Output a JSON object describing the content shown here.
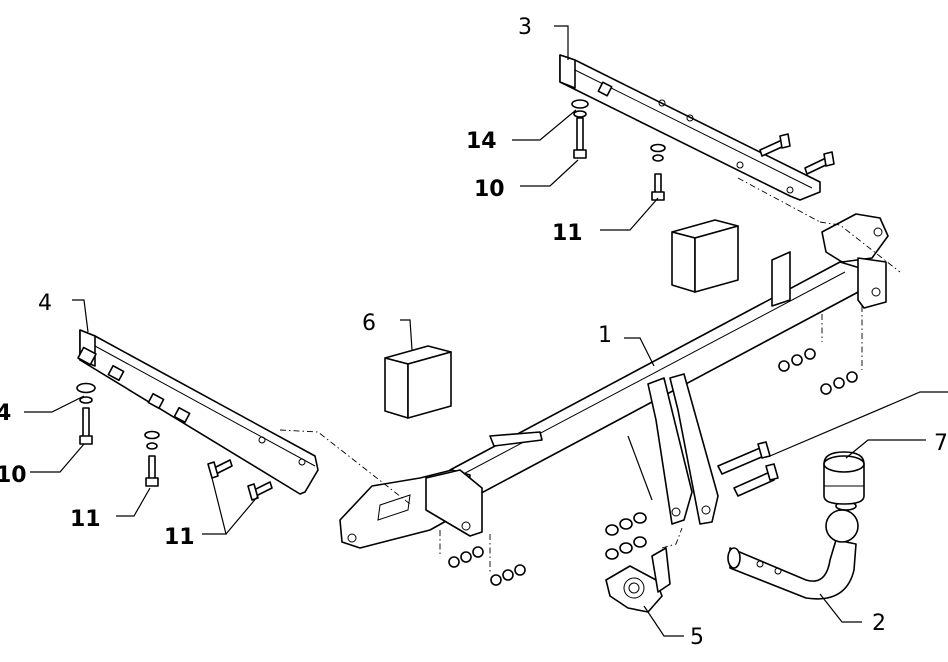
{
  "labels": {
    "part_1": "1",
    "part_2": "2",
    "part_3": "3",
    "part_4": "4",
    "part_5": "5",
    "part_6": "6",
    "part_7": "7",
    "part_10_left": "10",
    "part_10_right": "10",
    "part_11_left_a": "11",
    "part_11_left_b": "11",
    "part_11_right": "11",
    "part_14_left": "4",
    "part_14_right": "14"
  },
  "colors": {
    "line": "#000000",
    "background": "#ffffff"
  }
}
